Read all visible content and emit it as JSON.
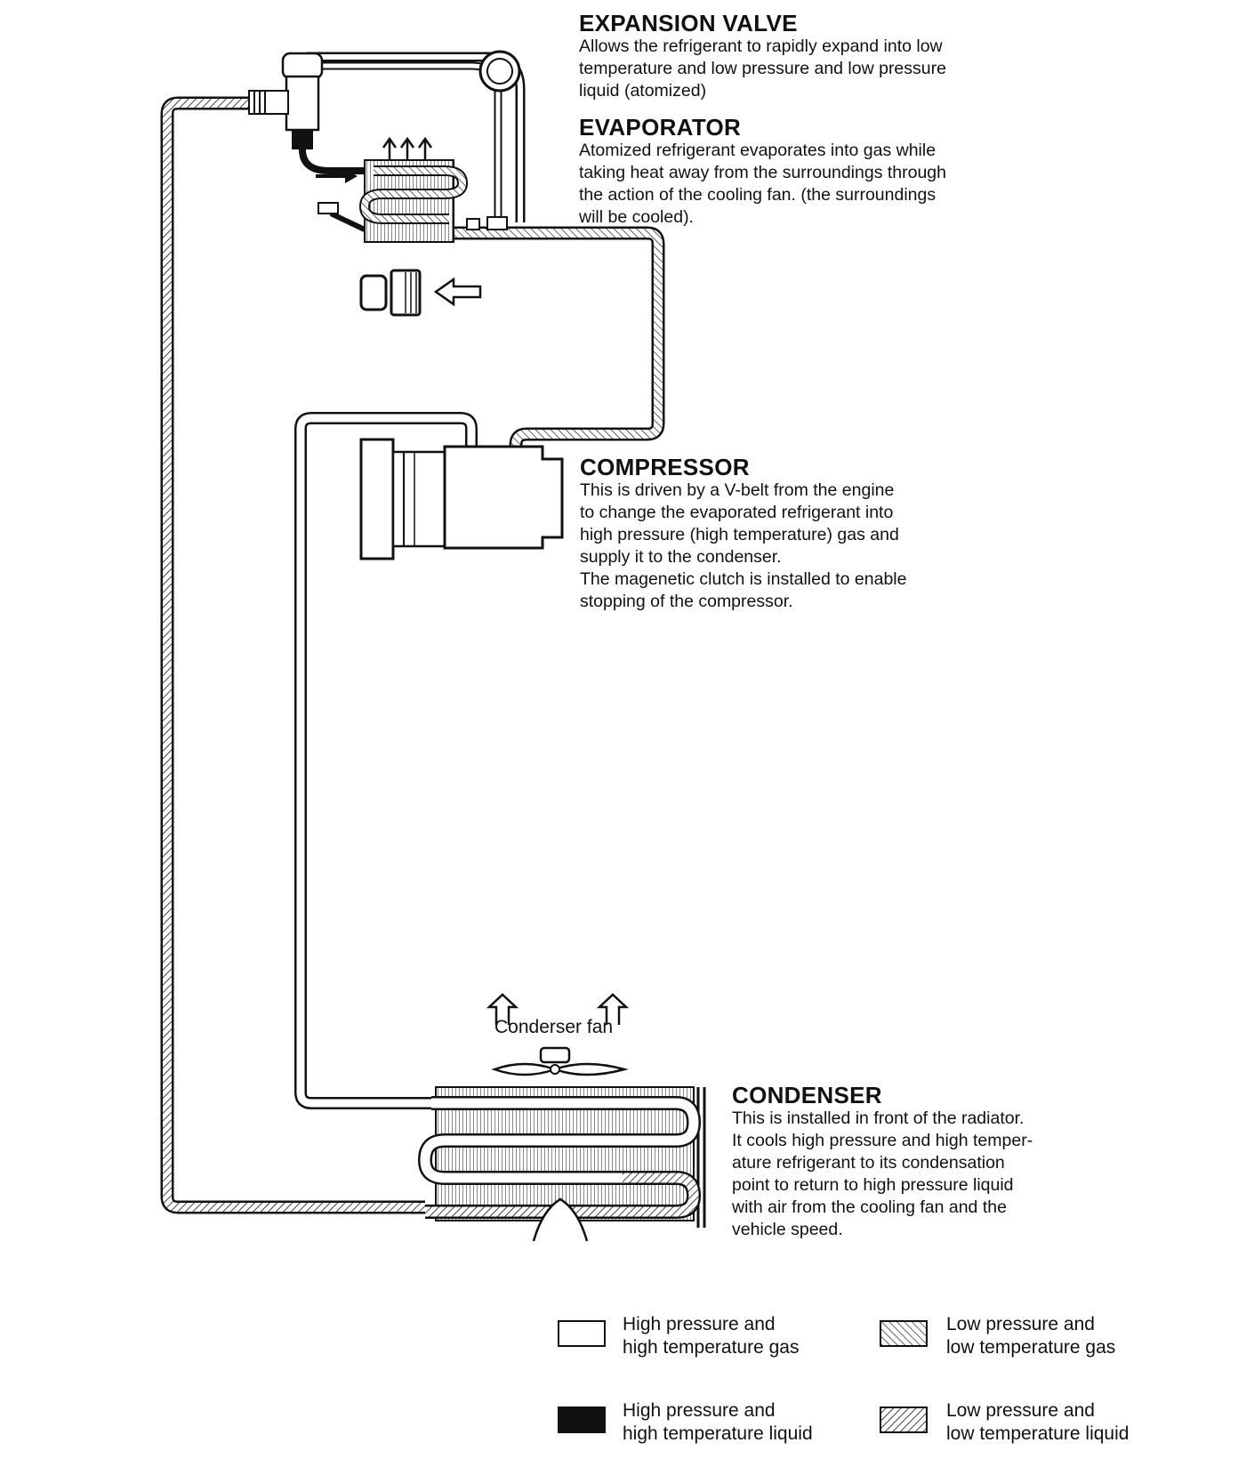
{
  "components": {
    "expansion_valve": {
      "title": "EXPANSION VALVE",
      "lines": [
        "Allows the refrigerant to rapidly expand into low",
        "temperature and low pressure and low pressure",
        "liquid (atomized)"
      ]
    },
    "evaporator": {
      "title": "EVAPORATOR",
      "lines": [
        "Atomized refrigerant evaporates into gas while",
        "taking heat away from the surroundings through",
        "the action of the cooling fan. (the surroundings",
        "will be cooled)."
      ]
    },
    "compressor": {
      "title": "COMPRESSOR",
      "lines": [
        "This is driven by a V-belt from the engine",
        "to change the evaporated refrigerant into",
        "high pressure (high temperature) gas and",
        "supply it to the condenser.",
        "The magenetic clutch is installed to enable",
        "stopping of the compressor."
      ]
    },
    "condenser": {
      "title": "CONDENSER",
      "lines": [
        "This is installed in front of the radiator.",
        "It cools high pressure and high temper-",
        "ature refrigerant to its condensation",
        "point to return to high pressure liquid",
        "with air from the cooling fan and the",
        "vehicle speed."
      ]
    }
  },
  "condenser_fan_label": "Conderser fan",
  "legend": [
    {
      "line1": "High pressure and",
      "line2": "high temperature gas",
      "pattern": "white"
    },
    {
      "line1": "Low pressure and",
      "line2": "low temperature gas",
      "pattern": "hatch-backslash"
    },
    {
      "line1": "High pressure and",
      "line2": "high temperature liquid",
      "pattern": "black"
    },
    {
      "line1": "Low pressure and",
      "line2": "low temperature liquid",
      "pattern": "hatch-slash"
    }
  ]
}
